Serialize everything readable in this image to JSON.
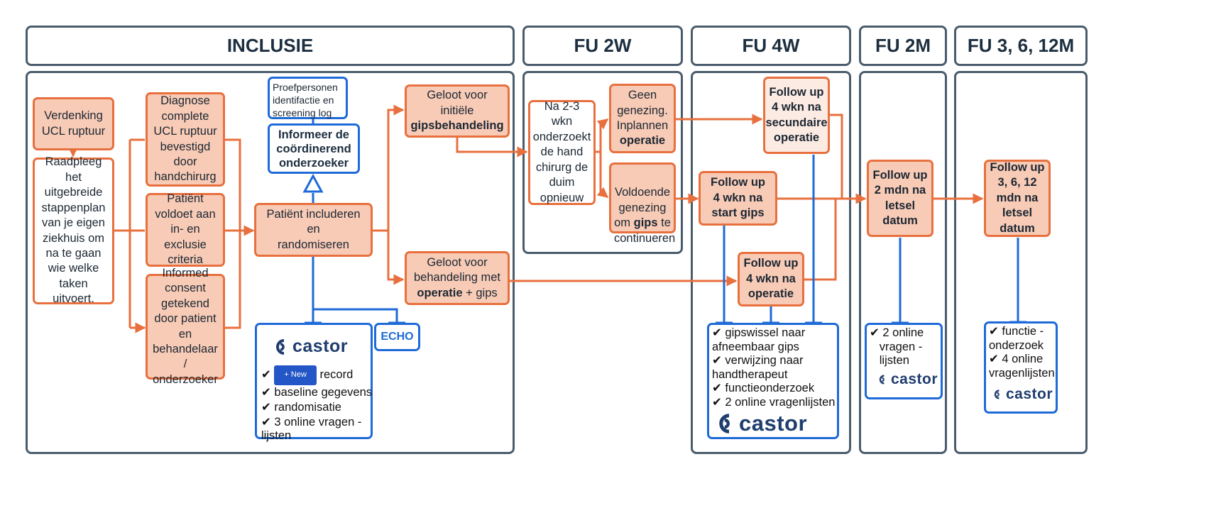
{
  "headers": {
    "inclusie": "INCLUSIE",
    "fu2w": "FU 2W",
    "fu4w": "FU 4W",
    "fu2m": "FU 2M",
    "fu3612m": "FU 3, 6, 12M"
  },
  "inclusie": {
    "verdenking": "Verdenking\nUCL ruptuur",
    "raadpleeg": "Raadpleeg\nhet\nuitgebreide\nstappenplan\nvan je eigen\nziekhuis om\nna te gaan\nwie welke\ntaken uitvoert.",
    "diagnose": "Diagnose\ncomplete\nUCL ruptuur\nbevestigd\ndoor\nhandchirurg",
    "criteria": "Patiënt\nvoldoet aan\nin- en\nexclusie\ncriteria",
    "consent": "Informed\nconsent\ngetekend\ndoor patient\nen\nbehandelaar /\nonderzoeker",
    "includeren": "Patiënt includeren en\nrandomiseren",
    "proefpersonen": "Proefpersonen\nidentifactie en\nscreening log",
    "informeer": "Informeer de\ncoördinerend\nonderzoeker",
    "gips_a": "Geloot voor initiële",
    "gips_b": "gipsbehandeling",
    "operatie_a": "Geloot voor\nbehandeling met",
    "operatie_b": "operatie",
    "operatie_c": " + gips",
    "echo": "ECHO",
    "castor_list": {
      "new_label": "+  New",
      "item1_suffix": " record",
      "item2": "✔ baseline gegevens",
      "item3": "✔ randomisatie",
      "item4": "✔ 3 online vragen -\nlijsten"
    }
  },
  "fu2w": {
    "hand": "Na 2-3 wkn\nonderzoekt\nde hand\nchirurg de\nduim\nopnieuw",
    "geen_a": "Geen\ngenezing.\nInplannen",
    "geen_b": "operatie",
    "voldoende_a": "Voldoende\ngenezing\nom ",
    "voldoende_b": "gips",
    "voldoende_c": " te\ncontinueren"
  },
  "fu4w": {
    "secundaire": "Follow up\n4 wkn na\nsecundaire\noperatie",
    "start_gips": "Follow up\n4 wkn na\nstart gips",
    "na_operatie": "Follow up\n4 wkn na\noperatie",
    "list": [
      "✔ gipswissel naar",
      "afneembaar gips",
      "✔ verwijzing naar",
      "handtherapeut",
      "✔ functieonderzoek",
      "✔ 2 online vragenlijsten"
    ]
  },
  "fu2m": {
    "followup": "Follow up\n2 mdn na\nletsel\ndatum",
    "list": "✔ 2 online\n   vragen -\n   lijsten"
  },
  "fu3612m": {
    "followup": "Follow up\n3, 6, 12\nmdn na\nletsel\ndatum",
    "list": "✔ functie -\nonderzoek\n✔ 4 online\nvragenlijsten"
  },
  "castor_brand": "castor",
  "colors": {
    "orange": "#e8703e",
    "fill": "#f8cbb6",
    "blue": "#1e6ad8",
    "frame": "#4a5c6c"
  }
}
